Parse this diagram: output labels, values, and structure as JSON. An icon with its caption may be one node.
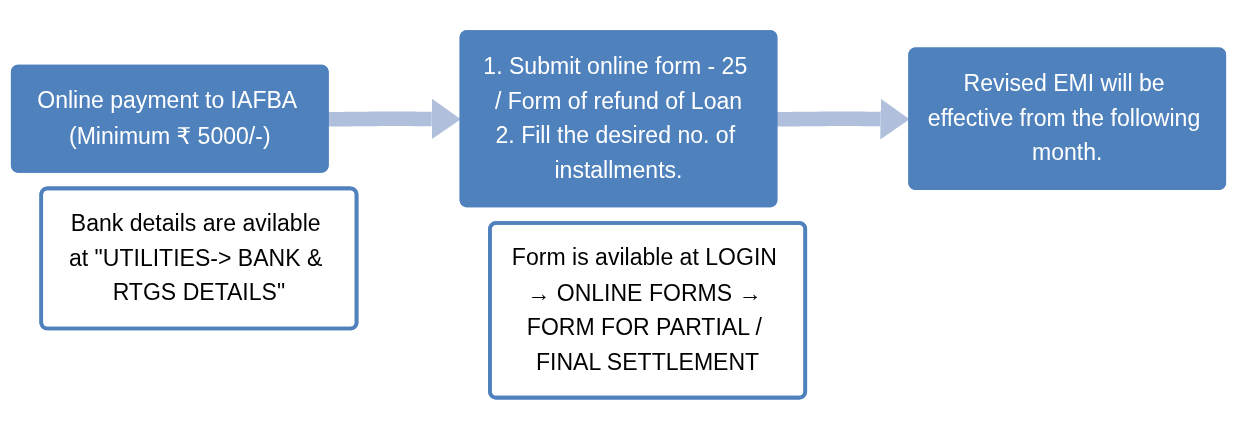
{
  "diagram": {
    "nodes": [
      {
        "text": [
          "Online payment to IAFBA (Minimum ₹ 5000/-)"
        ]
      },
      {
        "text": [
          "Bank details are avilable at \"UTILITIES-> BANK & RTGS DETAILS\""
        ]
      },
      {
        "text": [
          "1. Submit online form - 25 / Form of refund of Loan",
          "2. Fill the desired no. of installments."
        ]
      },
      {
        "text": [
          "Form is avilable at LOGIN → ONLINE FORMS → FORM FOR PARTIAL / FINAL SETTLEMENT"
        ]
      },
      {
        "text": [
          "Revised EMI will be effective from the following month."
        ]
      }
    ],
    "edges": [
      {
        "from": 0,
        "to": 2,
        "arrow": "to"
      },
      {
        "from": 2,
        "to": 4,
        "arrow": "to"
      }
    ]
  }
}
